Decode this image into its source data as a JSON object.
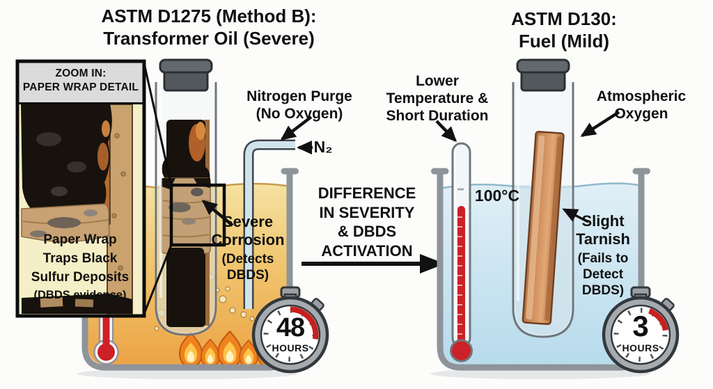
{
  "left": {
    "title": "ASTM D1275 (Method B):\nTransformer Oil (Severe)",
    "zoom_box": {
      "header": "ZOOM IN:\nPAPER WRAP DETAIL",
      "caption_main": "Paper Wrap\nTraps Black\nSulfur Deposits",
      "caption_sub": "(DBDS evidence)"
    },
    "nitrogen_label": "Nitrogen Purge\n(No Oxygen)",
    "n2": "N₂",
    "result_main": "Severe\nCorrosion",
    "result_sub": "(Detects\nDBDS)",
    "timer_value": "48",
    "timer_unit": "HOURS"
  },
  "center": {
    "difference_label": "DIFFERENCE\nIN SEVERITY\n& DBDS\nACTIVATION"
  },
  "right": {
    "title": "ASTM D130:\nFuel (Mild)",
    "condition_label": "Lower\nTemperature &\nShort Duration",
    "temperature": "100°C",
    "oxygen_label": "Atmospheric\nOxygen",
    "result_main": "Slight\nTarnish",
    "result_sub": "(Fails to\nDetect\nDBDS)",
    "timer_value": "3",
    "timer_unit": "HOURS"
  },
  "colors": {
    "transformer_oil": "#eeab4d",
    "fuel_liquid": "#c3dfee",
    "timer_accent": "#c7201f",
    "copper": "#c98a5a",
    "flame": "#f0821e",
    "outline": "#101010",
    "beaker_gray": "#8e9499"
  }
}
